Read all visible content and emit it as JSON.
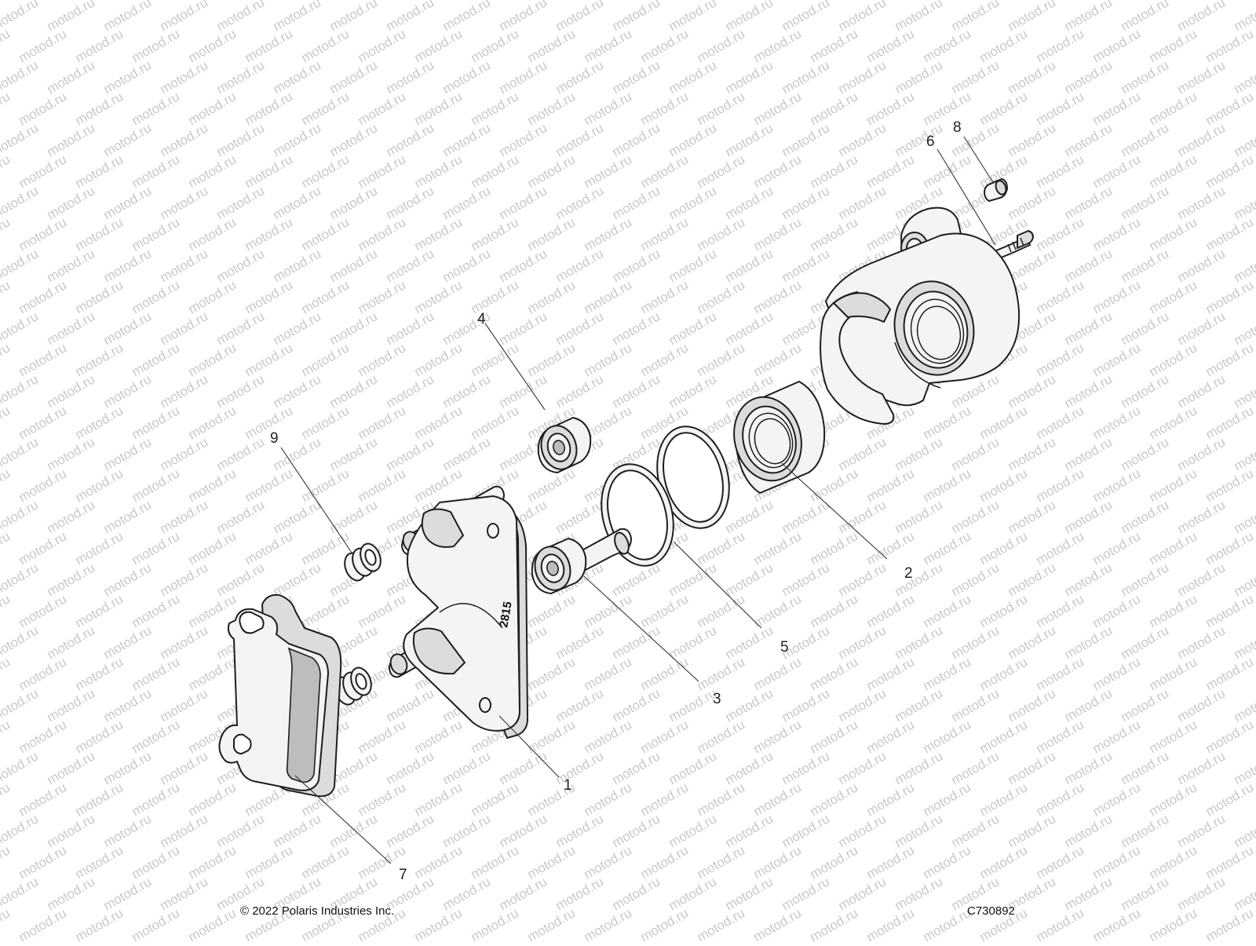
{
  "watermark": {
    "text": "motod.ru",
    "color": "#c9c9c9"
  },
  "footer": {
    "copyright": "© 2022 Polaris Industries Inc.",
    "diagram_code": "C730892"
  },
  "bracket_marking": "2815",
  "callouts": [
    {
      "id": "1",
      "label": "1"
    },
    {
      "id": "2",
      "label": "2"
    },
    {
      "id": "3",
      "label": "3"
    },
    {
      "id": "4",
      "label": "4"
    },
    {
      "id": "5",
      "label": "5"
    },
    {
      "id": "6",
      "label": "6"
    },
    {
      "id": "7",
      "label": "7"
    },
    {
      "id": "8",
      "label": "8"
    },
    {
      "id": "9",
      "label": "9"
    }
  ]
}
